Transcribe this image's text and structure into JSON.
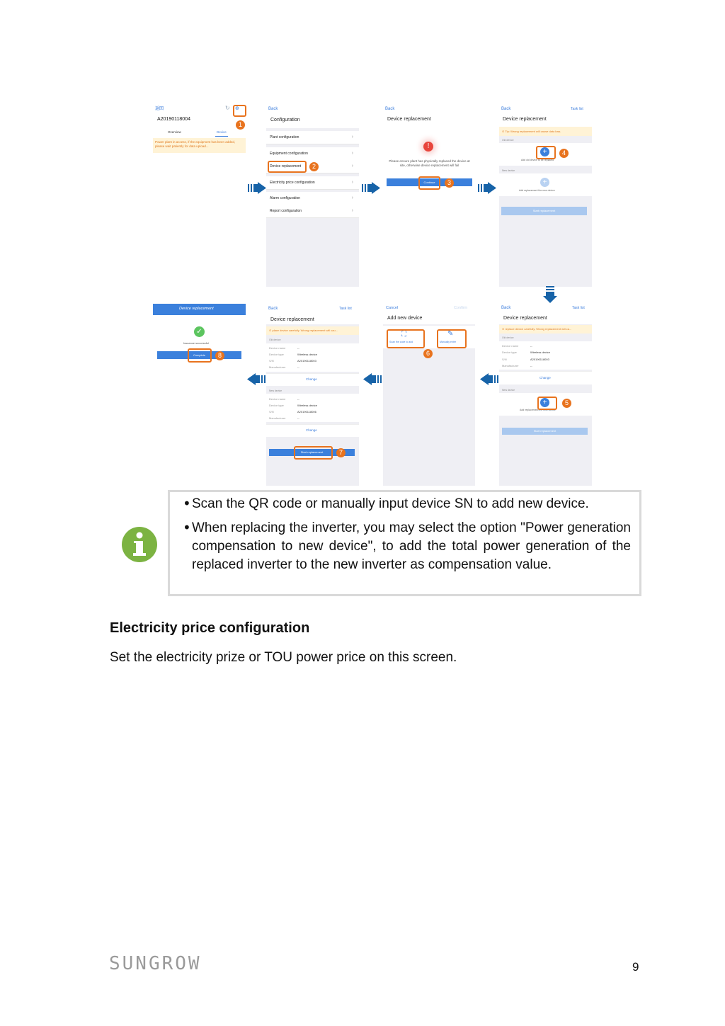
{
  "screens": {
    "s1": {
      "back": "返回",
      "plant_id": "A20190118004",
      "tab_overview": "Overview",
      "tab_device": "Device",
      "warning": "Power plant in access, if the equipment has been added, please wait patiently for data upload..."
    },
    "s2": {
      "back": "Back",
      "title": "Configuration",
      "items": [
        "Plant configuration",
        "Equipment configuration",
        "Device replacement",
        "Electricity price configuration",
        "Alarm configuration",
        "Report configuration"
      ]
    },
    "s3": {
      "back": "Back",
      "title": "Device replacement",
      "message": "Please ensure plant has physically replaced the device at site, otherwise device replacement will fail",
      "button": "Continue"
    },
    "s4": {
      "back": "Back",
      "task_list": "Task list",
      "title": "Device replacement",
      "warning": "Tip: Wrong replacement will cause data loss.",
      "old_device": "Old device",
      "add_old": "Add old device to be replaced",
      "new_device": "New device",
      "add_new": "Add replacement the new device",
      "button": "Start replacement"
    },
    "s5": {
      "back": "Back",
      "task_list": "Task list",
      "title": "Device replacement",
      "warning": "replace device carefully. Wrong replacement will ca...",
      "old_device": "Old device",
      "labels": [
        "Device name",
        "Device type",
        "S/N",
        "Manufacturer"
      ],
      "values": [
        "--",
        "Wireless device",
        "A20190118003",
        "--"
      ],
      "change": "Change",
      "new_device": "New device",
      "add_new": "Add replacement the new device",
      "button": "Start replacement"
    },
    "s6": {
      "cancel": "Cancel",
      "confirm": "Confirm",
      "title": "Add new device",
      "scan": "Scan the code to add",
      "manual": "Manually enter"
    },
    "s7": {
      "back": "Back",
      "task_list": "Task list",
      "title": "Device replacement",
      "warning": "place device carefully. Wrong replacement will cau...",
      "old_device": "Old device",
      "labels": [
        "Device name",
        "Device type",
        "S/N",
        "Manufacturer"
      ],
      "old_values": [
        "--",
        "Wireless device",
        "A20190118003",
        "--"
      ],
      "new_values": [
        "--",
        "Wireless device",
        "A20190118006",
        "--"
      ],
      "change": "Change",
      "new_device": "New device",
      "button": "Start replacement"
    },
    "s8": {
      "header": "Device replacement",
      "status": "Issuance successful",
      "button": "Complete"
    }
  },
  "steps": [
    "1",
    "2",
    "3",
    "4",
    "5",
    "6",
    "7",
    "8"
  ],
  "note": {
    "bullets": [
      "Scan the QR code or manually input device SN to add new device.",
      "When replacing the inverter, you may select the option \"Power generation compensation to new device\", to add the total power generation of the replaced inverter to the new inverter as compensation value."
    ]
  },
  "section": {
    "heading": "Electricity price configuration",
    "body": "Set the electricity prize or TOU power price on this screen."
  },
  "footer": {
    "brand": "SUNGROW",
    "page": "9"
  },
  "colors": {
    "accent_orange": "#e8731e",
    "app_blue": "#3b80dc",
    "arrow_blue": "#1763a8",
    "info_green": "#7cb342"
  }
}
